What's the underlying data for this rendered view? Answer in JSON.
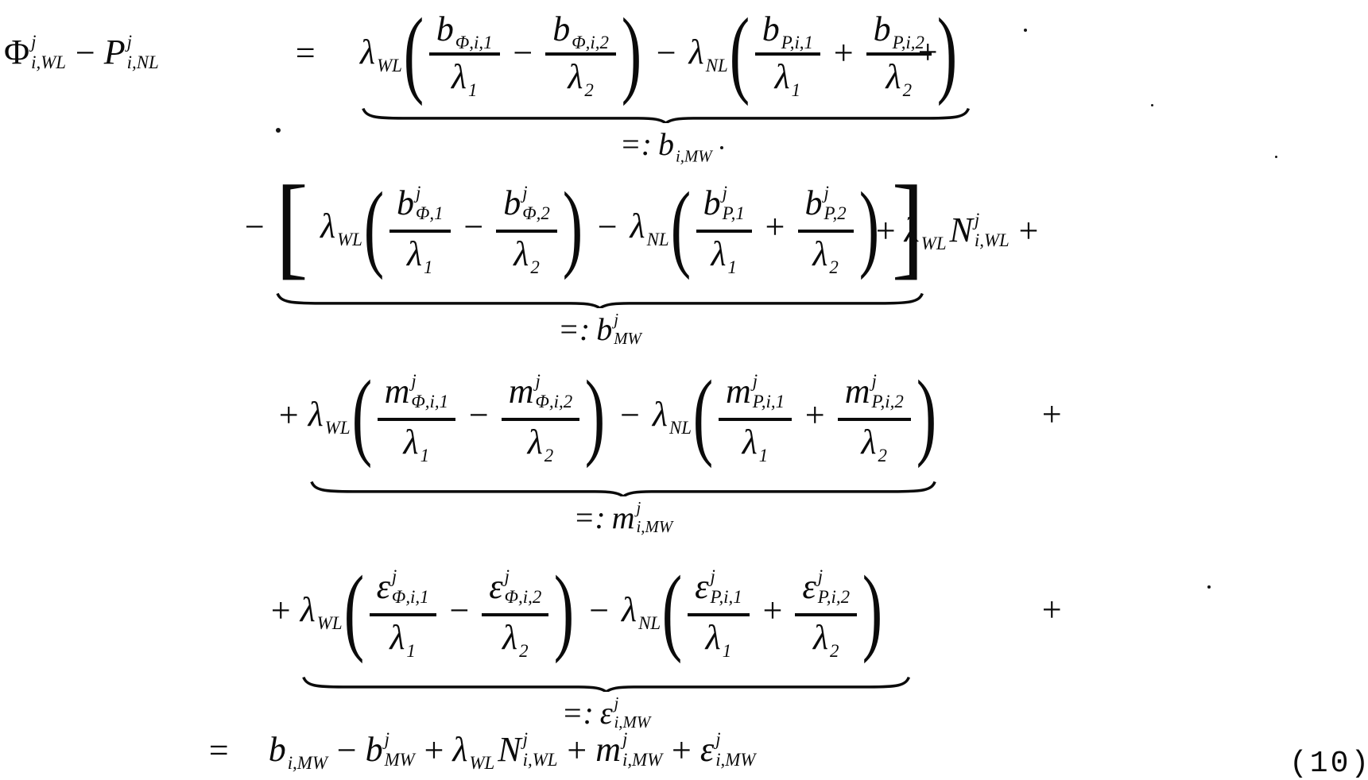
{
  "page": {
    "background": "#ffffff",
    "ink": "#0b0b0b"
  },
  "equation_number": "(10)",
  "lhs": {
    "phi": {
      "base": "Φ",
      "sup": "j",
      "sub": "i,WL"
    },
    "minus": "−",
    "p": {
      "base": "P",
      "sup": "j",
      "sub": "i,NL"
    },
    "equals": "="
  },
  "row1": {
    "lwl": {
      "base": "λ",
      "sub": "WL"
    },
    "lparen": "(",
    "rparen": ")",
    "f1": {
      "num_base": "b",
      "num_sub": "Φ,i,1",
      "den_base": "λ",
      "den_sub": "1"
    },
    "op1": "−",
    "f2": {
      "num_base": "b",
      "num_sub": "Φ,i,2",
      "den_base": "λ",
      "den_sub": "2"
    },
    "mid": "−",
    "lnl": {
      "base": "λ",
      "sub": "NL"
    },
    "f3": {
      "num_base": "b",
      "num_sub": "P,i,1",
      "den_base": "λ",
      "den_sub": "1"
    },
    "op2": "+",
    "f4": {
      "num_base": "b",
      "num_sub": "P,i,2",
      "den_base": "λ",
      "den_sub": "2"
    },
    "label": {
      "defs": "=:",
      "base": "b",
      "sub": "i,MW"
    },
    "tail": "+"
  },
  "row2": {
    "lead": "−",
    "lbracket": "[",
    "rbracket": "]",
    "lparen": "(",
    "rparen": ")",
    "lwl": {
      "base": "λ",
      "sub": "WL"
    },
    "f1": {
      "num_base": "b",
      "num_sup": "j",
      "num_sub": "Φ,1",
      "den_base": "λ",
      "den_sub": "1"
    },
    "op1": "−",
    "f2": {
      "num_base": "b",
      "num_sup": "j",
      "num_sub": "Φ,2",
      "den_base": "λ",
      "den_sub": "2"
    },
    "mid": "−",
    "lnl": {
      "base": "λ",
      "sub": "NL"
    },
    "f3": {
      "num_base": "b",
      "num_sup": "j",
      "num_sub": "P,1",
      "den_base": "λ",
      "den_sub": "1"
    },
    "op2": "+",
    "f4": {
      "num_base": "b",
      "num_sup": "j",
      "num_sub": "P,2",
      "den_base": "λ",
      "den_sub": "2"
    },
    "label": {
      "defs": "=:",
      "base": "b",
      "sup": "j",
      "sub": "MW"
    },
    "tail": {
      "plus1": "+",
      "lambda": {
        "base": "λ",
        "sub": "WL"
      },
      "n": {
        "base": "N",
        "sup": "j",
        "sub": "i,WL"
      },
      "plus2": "+"
    }
  },
  "row3": {
    "lead": "+",
    "lparen": "(",
    "rparen": ")",
    "lwl": {
      "base": "λ",
      "sub": "WL"
    },
    "f1": {
      "num_base": "m",
      "num_sup": "j",
      "num_sub": "Φ,i,1",
      "den_base": "λ",
      "den_sub": "1"
    },
    "op1": "−",
    "f2": {
      "num_base": "m",
      "num_sup": "j",
      "num_sub": "Φ,i,2",
      "den_base": "λ",
      "den_sub": "2"
    },
    "mid": "−",
    "lnl": {
      "base": "λ",
      "sub": "NL"
    },
    "f3": {
      "num_base": "m",
      "num_sup": "j",
      "num_sub": "P,i,1",
      "den_base": "λ",
      "den_sub": "1"
    },
    "op2": "+",
    "f4": {
      "num_base": "m",
      "num_sup": "j",
      "num_sub": "P,i,2",
      "den_base": "λ",
      "den_sub": "2"
    },
    "label": {
      "defs": "=:",
      "base": "m",
      "sup": "j",
      "sub": "i,MW"
    },
    "tail": "+"
  },
  "row4": {
    "lead": "+",
    "lparen": "(",
    "rparen": ")",
    "lwl": {
      "base": "λ",
      "sub": "WL"
    },
    "f1": {
      "num_base": "ε",
      "num_sup": "j",
      "num_sub": "Φ,i,1",
      "den_base": "λ",
      "den_sub": "1"
    },
    "op1": "−",
    "f2": {
      "num_base": "ε",
      "num_sup": "j",
      "num_sub": "Φ,i,2",
      "den_base": "λ",
      "den_sub": "2"
    },
    "mid": "−",
    "lnl": {
      "base": "λ",
      "sub": "NL"
    },
    "f3": {
      "num_base": "ε",
      "num_sup": "j",
      "num_sub": "P,i,1",
      "den_base": "λ",
      "den_sub": "1"
    },
    "op2": "+",
    "f4": {
      "num_base": "ε",
      "num_sup": "j",
      "num_sub": "P,i,2",
      "den_base": "λ",
      "den_sub": "2"
    },
    "label": {
      "defs": "=:",
      "base": "ε",
      "sup": "j",
      "sub": "i,MW"
    },
    "tail": "+"
  },
  "final": {
    "equals": "=",
    "t1": {
      "base": "b",
      "sub": "i,MW"
    },
    "op1": "−",
    "t2": {
      "base": "b",
      "sup": "j",
      "sub": "MW"
    },
    "op2": "+",
    "t3a": {
      "base": "λ",
      "sub": "WL"
    },
    "t3b": {
      "base": "N",
      "sup": "j",
      "sub": "i,WL"
    },
    "op3": "+",
    "t4": {
      "base": "m",
      "sup": "j",
      "sub": "i,MW"
    },
    "op4": "+",
    "t5": {
      "base": "ε",
      "sup": "j",
      "sub": "i,MW"
    }
  }
}
